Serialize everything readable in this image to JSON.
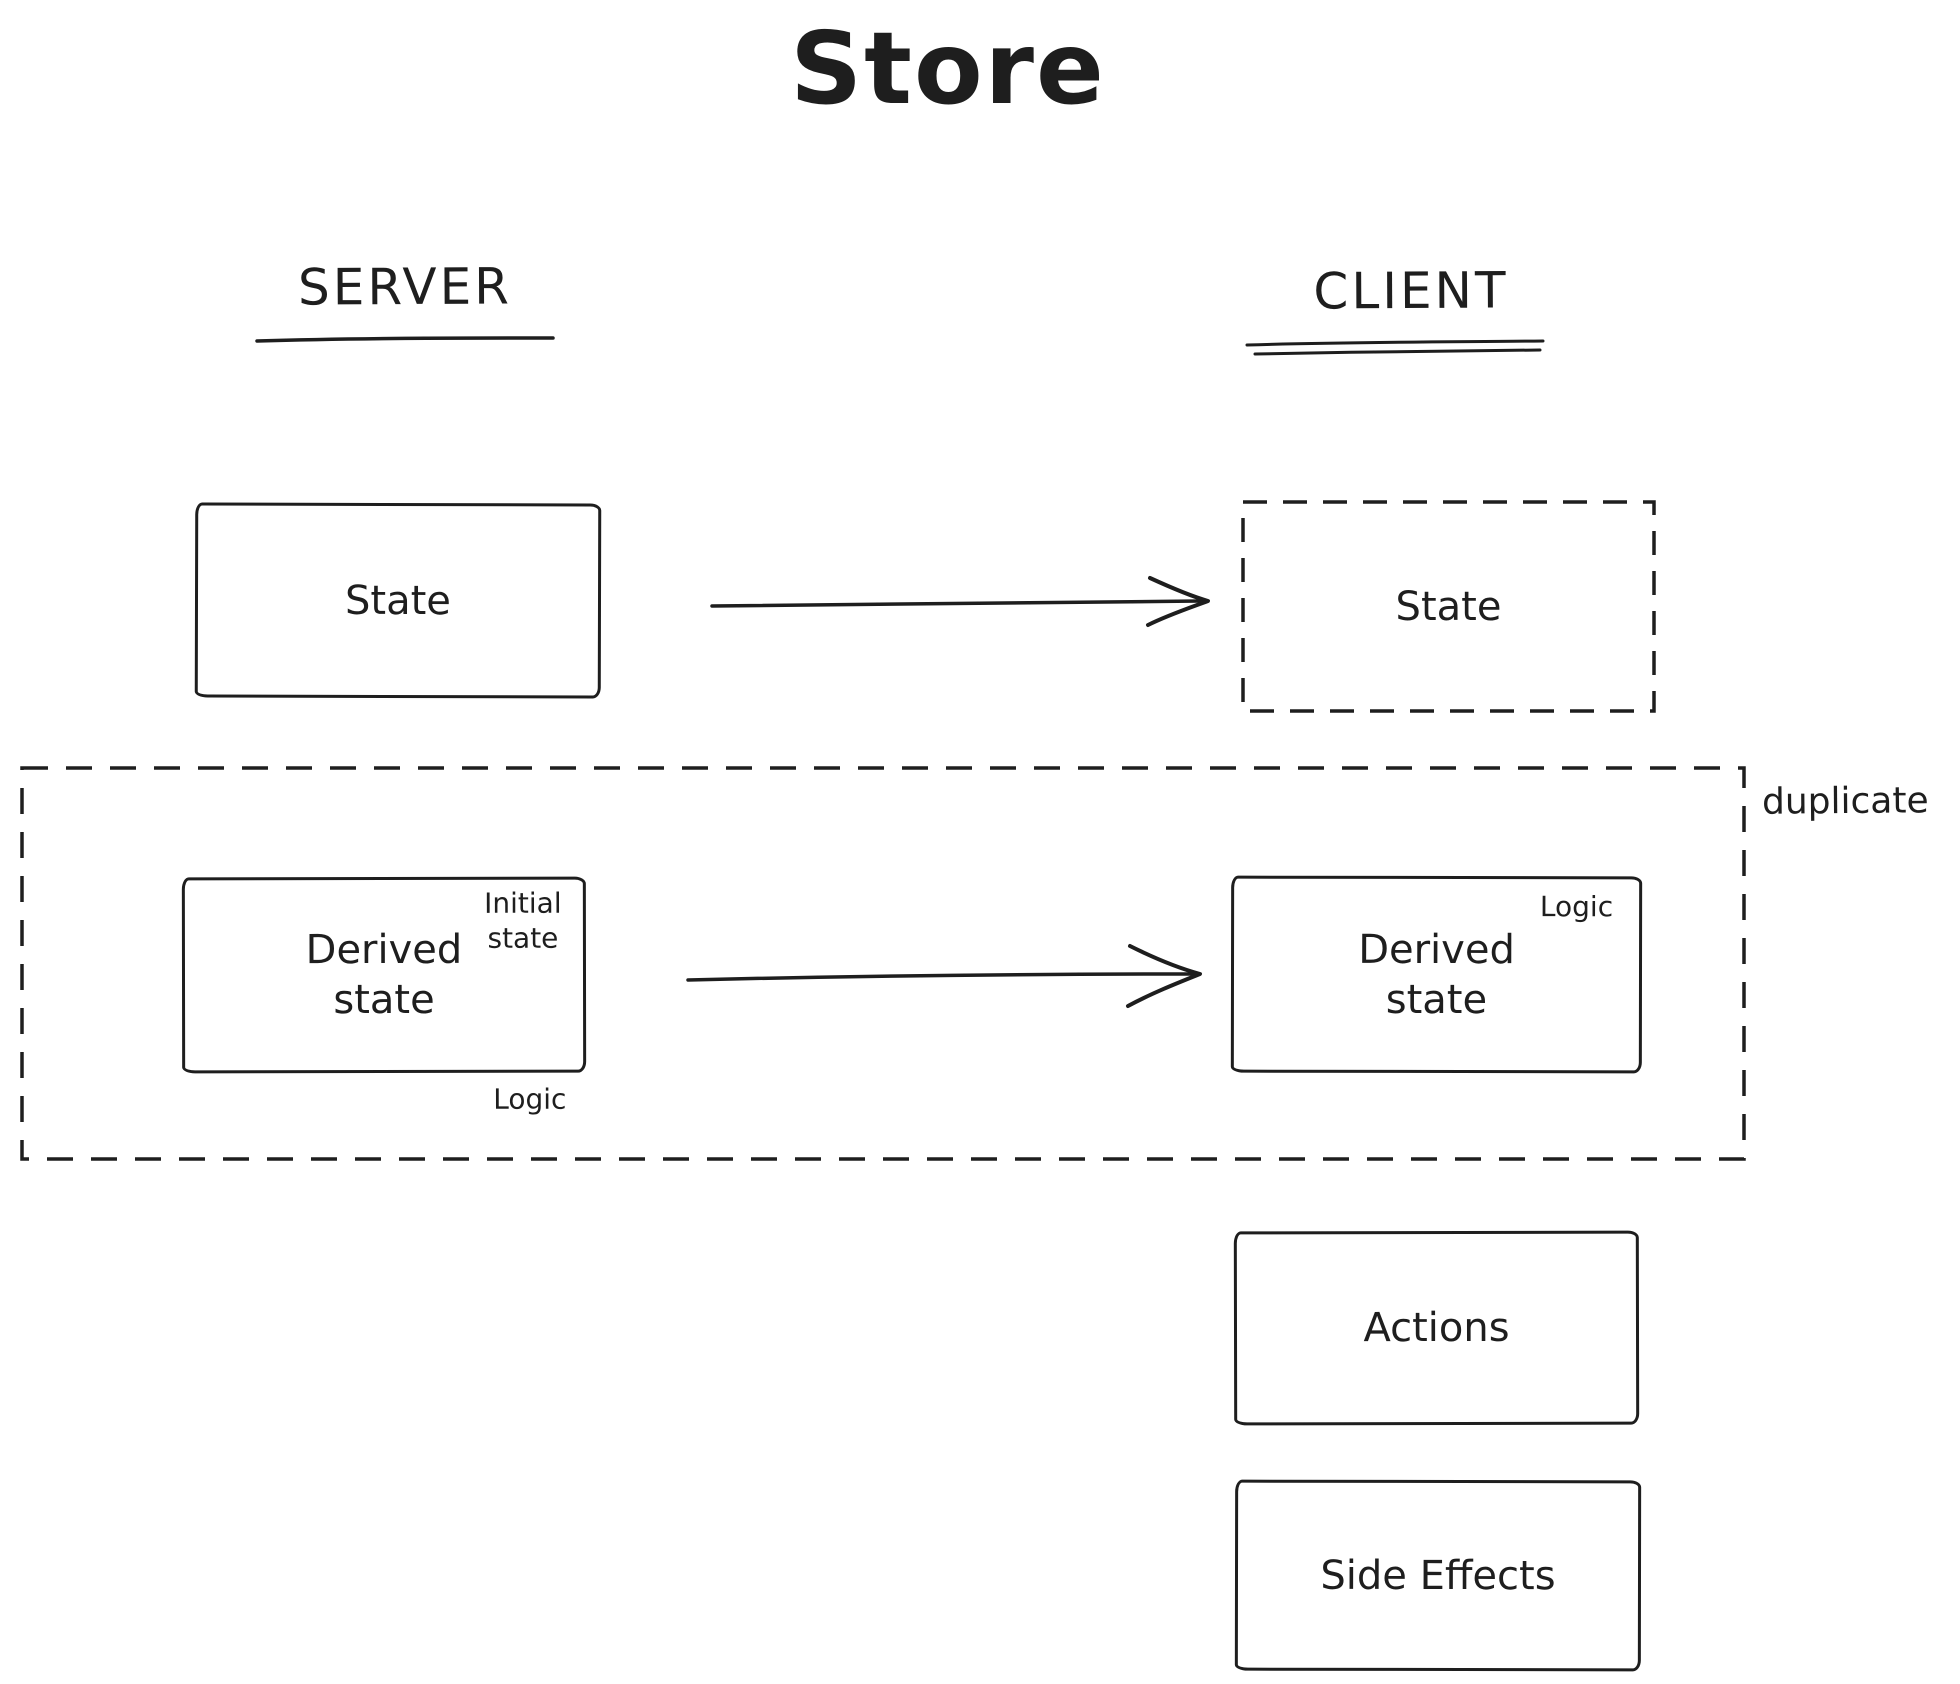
{
  "title": "Store",
  "server": {
    "header": "SERVER",
    "state": {
      "label": "State"
    },
    "derived": {
      "label": "Derived state",
      "initial_state_note": "Initial state",
      "logic_note": "Logic"
    }
  },
  "client": {
    "header": "CLIENT",
    "state": {
      "label": "State"
    },
    "derived": {
      "label": "Derived state",
      "logic_note": "Logic"
    },
    "actions": {
      "label": "Actions"
    },
    "side_effects": {
      "label": "Side Effects"
    }
  },
  "annotations": {
    "duplicate": "duplicate"
  },
  "colors": {
    "ink": "#1e1e1e",
    "background": "#ffffff"
  }
}
